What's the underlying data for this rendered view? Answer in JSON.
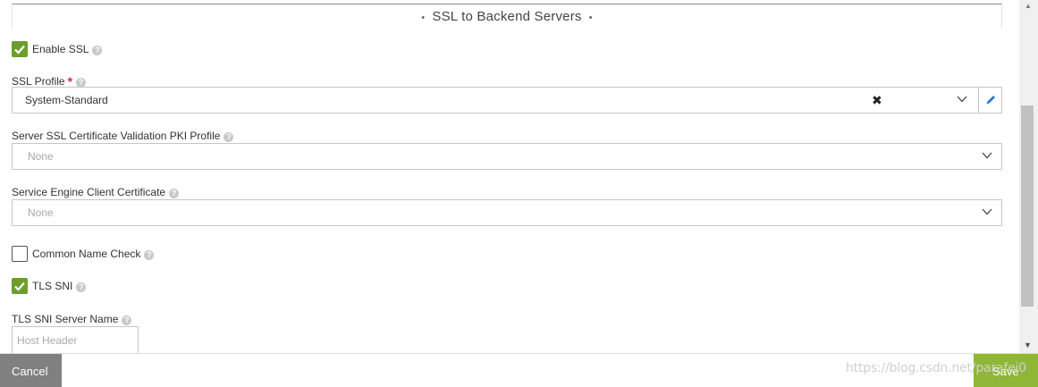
{
  "section": {
    "title": "SSL to Backend Servers",
    "dot": "•"
  },
  "enable_ssl": {
    "label": "Enable SSL",
    "checked": true
  },
  "ssl_profile": {
    "label": "SSL Profile",
    "required_mark": "*",
    "value": "System-Standard",
    "clear_glyph": "✖"
  },
  "pki_profile": {
    "label": "Server SSL Certificate Validation PKI Profile",
    "placeholder": "None"
  },
  "client_cert": {
    "label": "Service Engine Client Certificate",
    "placeholder": "None"
  },
  "common_name_check": {
    "label": "Common Name Check",
    "checked": false
  },
  "tls_sni": {
    "label": "TLS SNI",
    "checked": true
  },
  "tls_sni_server_name": {
    "label": "TLS SNI Server Name",
    "placeholder": "Host Header"
  },
  "help_glyph": "?",
  "footer": {
    "cancel_label": "Cancel",
    "save_label": "Save",
    "watermark": "https://blog.csdn.net/parafei0"
  },
  "colors": {
    "accent_green": "#6c9e2c",
    "save_green": "#8fb636",
    "cancel_gray": "#808080",
    "required_red": "#e0282b",
    "edit_blue": "#2f78c4"
  },
  "icons": [
    "checkmark-icon",
    "help-icon",
    "clear-icon",
    "chevron-down-icon",
    "pencil-icon",
    "scroll-up-icon",
    "scroll-down-icon"
  ]
}
